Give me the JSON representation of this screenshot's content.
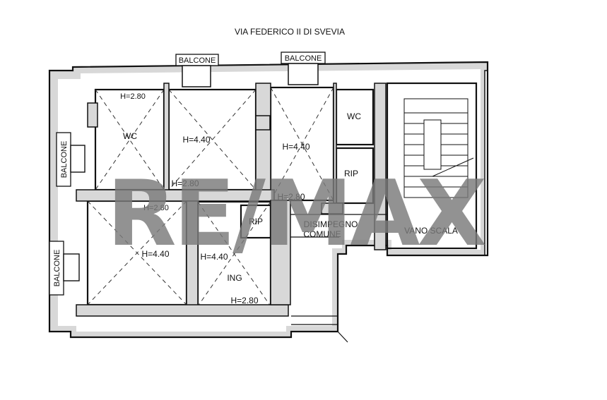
{
  "street": "VIA FEDERICO II DI SVEVIA",
  "watermark": "RE/MAX",
  "balconies": {
    "top_left": "BALCONE",
    "top_right": "BALCONE",
    "left_upper": "BALCONE",
    "left_lower": "BALCONE"
  },
  "rooms": {
    "wc1": {
      "name": "WC",
      "height_label": "H=2.80"
    },
    "room2": {
      "height_a": "H=4.40",
      "height_b": "H=2.80"
    },
    "room3": {
      "height_a": "H=4.40",
      "height_b": "H=2.80"
    },
    "wc2": {
      "name": "WC"
    },
    "rip1": {
      "name": "RIP"
    },
    "room_bl": {
      "height_a": "H=2.80",
      "height_b": "H=4.40"
    },
    "ing": {
      "name": "ING",
      "height_a": "H=4.40",
      "height_b": "H=2.80"
    },
    "rip2": {
      "name": "RIP"
    },
    "disimpegno": {
      "line1": "DISIMPEGNO",
      "line2": "COMUNE"
    },
    "vano_scala": {
      "name": "VANO SCALA"
    }
  }
}
